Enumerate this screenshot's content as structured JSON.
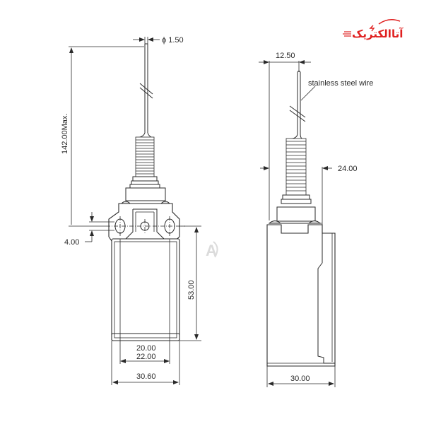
{
  "brand": {
    "logo_text": "آتاالکتریک",
    "logo_color": "#e02020",
    "watermark_letter": "A"
  },
  "front_view": {
    "wire_diameter": "ϕ 1.50",
    "overall_height": "142.00Max.",
    "mount_hole_offset": "4.00",
    "body_height": "53.00",
    "inner_width_1": "20.00",
    "inner_width_2": "22.00",
    "overall_width": "30.60"
  },
  "side_view": {
    "wire_offset": "12.50",
    "wire_label": "stainless steel wire",
    "head_width": "24.00",
    "overall_depth": "30.00"
  },
  "colors": {
    "line": "#2a2a2a",
    "background": "#ffffff"
  }
}
